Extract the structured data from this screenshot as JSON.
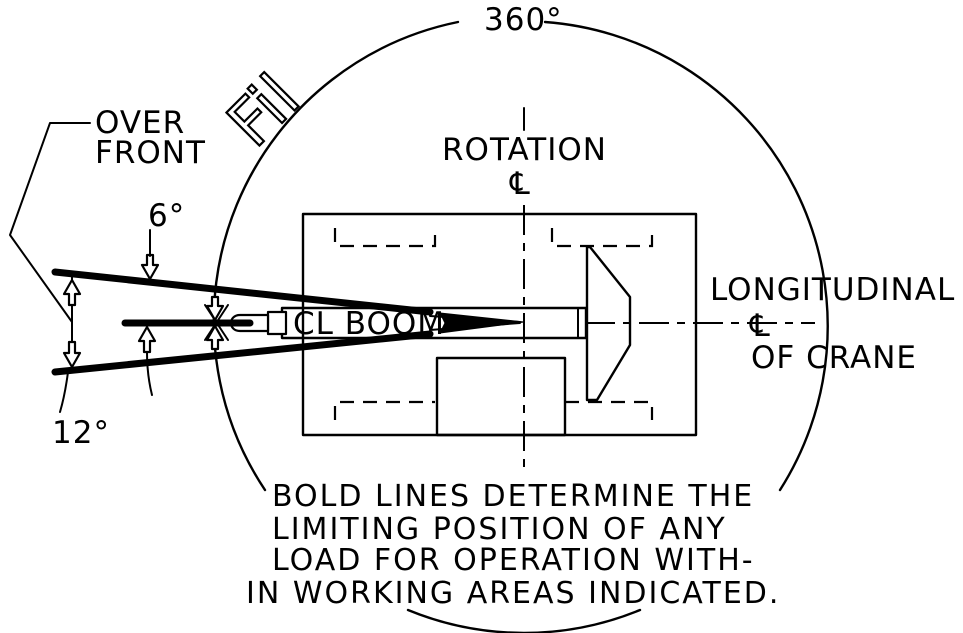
{
  "labels": {
    "angle_top": "360°",
    "over_front_1": "OVER",
    "over_front_2": "FRONT",
    "rotation": "ROTATION",
    "cl_symbol": "℄",
    "angle_6": "6°",
    "angle_12": "12°",
    "longitudinal": "LONGITUDINAL",
    "of_crane": "OF CRANE",
    "cl_boom": "CL BOOM",
    "note_line_1": "BOLD LINES DETERMINE THE",
    "note_line_2": "LIMITING POSITION OF ANY",
    "note_line_3": "LOAD FOR OPERATION WITH-",
    "note_line_4": "IN WORKING AREAS INDICATED.",
    "watermark": "Fil"
  }
}
